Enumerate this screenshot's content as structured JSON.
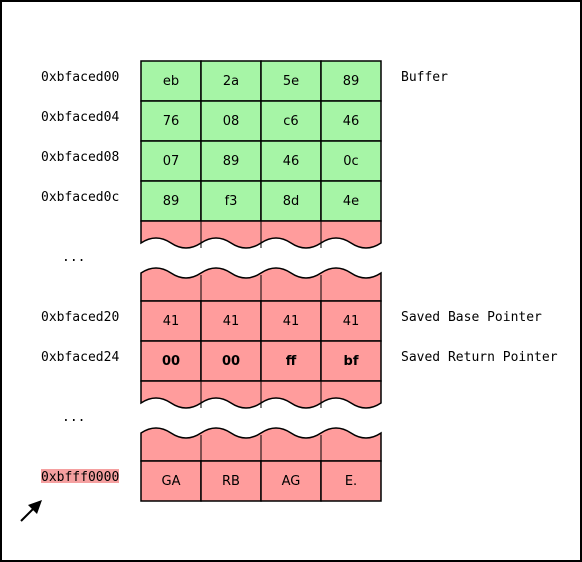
{
  "colors": {
    "buffer_fill": "#a6f5a6",
    "overflow_fill": "#ff9c9c",
    "stroke": "#000000",
    "address_highlight": "#f5a0a0"
  },
  "buffer_rows": [
    {
      "address": "0xbfaced00",
      "cells": [
        "eb",
        "2a",
        "5e",
        "89"
      ],
      "label": "Buffer"
    },
    {
      "address": "0xbfaced04",
      "cells": [
        "76",
        "08",
        "c6",
        "46"
      ],
      "label": ""
    },
    {
      "address": "0xbfaced08",
      "cells": [
        "07",
        "89",
        "46",
        "0c"
      ],
      "label": ""
    },
    {
      "address": "0xbfaced0c",
      "cells": [
        "89",
        "f3",
        "8d",
        "4e"
      ],
      "label": ""
    }
  ],
  "ellipsis_1": "...",
  "saved_rows": [
    {
      "address": "0xbfaced20",
      "cells": [
        "41",
        "41",
        "41",
        "41"
      ],
      "label": "Saved Base Pointer",
      "bold": false
    },
    {
      "address": "0xbfaced24",
      "cells": [
        "00",
        "00",
        "ff",
        "bf"
      ],
      "label": "Saved Return Pointer",
      "bold": true
    }
  ],
  "ellipsis_2": "...",
  "end_row": {
    "address": "0xbfff0000",
    "cells": [
      "GA",
      "RB",
      "AG",
      "E."
    ],
    "label": ""
  },
  "pointer_icon": "arrow-up-right-icon"
}
